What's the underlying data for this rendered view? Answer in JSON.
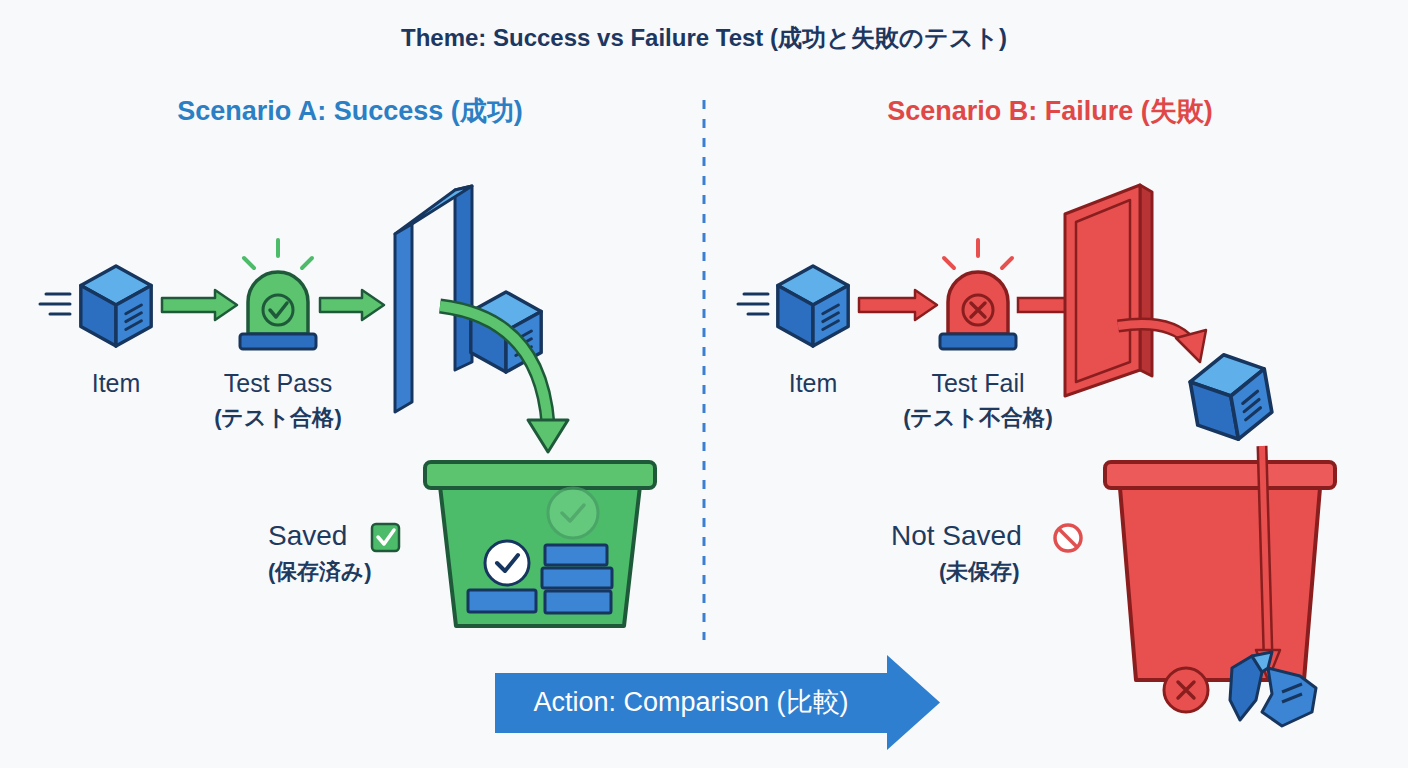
{
  "diagram": {
    "title": "Theme: Success vs Failure Test (成功と失敗のテスト)",
    "nodes": [
      {
        "text": [
          "Item"
        ]
      },
      {
        "text": [
          "Test Pass",
          "(テスト合格)"
        ]
      },
      {
        "text": [
          "Saved",
          "(保存済み)"
        ]
      },
      {
        "text": [
          "Item"
        ]
      },
      {
        "text": [
          "Test Fail",
          "(テスト不合格)"
        ]
      },
      {
        "text": [
          "Not Saved",
          "(未保存)"
        ]
      },
      {
        "text": [
          "Action: Comparison (比較)"
        ]
      }
    ],
    "edges": [
      {
        "from": 0,
        "to": 1,
        "arrow": "to"
      },
      {
        "from": 3,
        "to": 4,
        "arrow": "to"
      }
    ],
    "labels": [
      "Scenario A: Success (成功)",
      "Scenario B: Failure (失敗)"
    ]
  }
}
